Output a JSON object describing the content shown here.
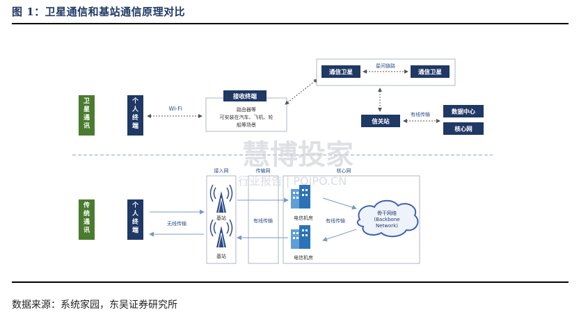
{
  "title": "图 1：卫星通信和基站通信原理对比",
  "source": "数据来源：系统家园，东吴证券研究所",
  "watermark": {
    "main": "慧博投家",
    "sub": "行业报告 | POIPO.CN"
  },
  "satellite": {
    "side_label": "卫星通讯",
    "personal_terminal": "个人终端",
    "wifi": "Wi-Fi",
    "receiving_terminal": "接收终端",
    "receiving_desc_1": "路由器等",
    "receiving_desc_2": "可安装在汽车、飞机、轮",
    "receiving_desc_3": "船等场景",
    "sat_a": "通信卫星",
    "sat_b": "通信卫星",
    "inter_sat_link": "星间链路",
    "gateway": "信关站",
    "wired": "有线传输",
    "data_center": "数据中心",
    "core_network": "核心网"
  },
  "traditional": {
    "side_label": "传统通讯",
    "personal_terminal": "个人终端",
    "wireless": "无线传输",
    "access_net": "接入网",
    "transport_net": "传输网",
    "core_net": "核心网",
    "base_station_1": "基站",
    "base_station_2": "基站",
    "wired_mid": "有线传输",
    "telecom_room_1": "电信机房",
    "telecom_room_2": "电信机房",
    "wired_right": "有线传输",
    "backbone_1": "骨干网络",
    "backbone_2": "(Backbone",
    "backbone_3": "Network)"
  },
  "colors": {
    "green": "#4a7c2f",
    "navy": "#1f3864",
    "title": "#1f3864",
    "arrow": "#7a98c8",
    "dashed_divider": "#9db3d6",
    "cloud": "#3d5fb3"
  }
}
